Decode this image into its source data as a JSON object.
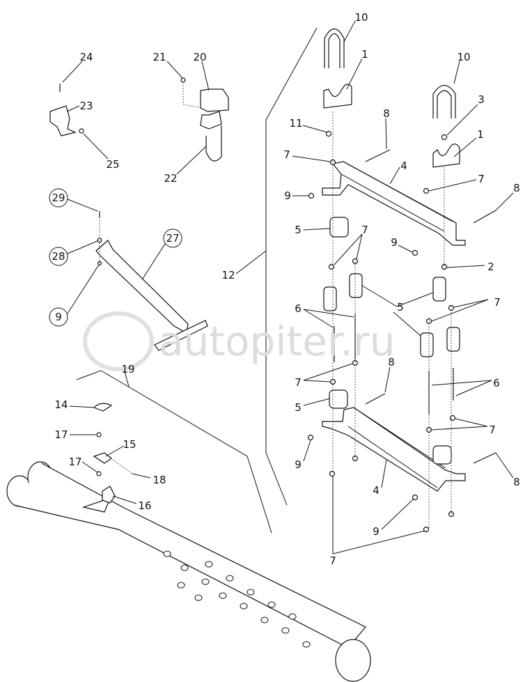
{
  "diagram": {
    "watermark": "autopiter.ru",
    "callouts": [
      "10",
      "1",
      "10",
      "3",
      "1",
      "8",
      "11",
      "7",
      "4",
      "7",
      "8",
      "9",
      "5",
      "7",
      "9",
      "2",
      "12",
      "5",
      "7",
      "6",
      "6",
      "8",
      "7",
      "5",
      "7",
      "9",
      "4",
      "8",
      "9",
      "7",
      "24",
      "23",
      "25",
      "21",
      "20",
      "22",
      "29",
      "27",
      "28",
      "9",
      "19",
      "14",
      "17",
      "15",
      "17",
      "18",
      "16"
    ]
  }
}
